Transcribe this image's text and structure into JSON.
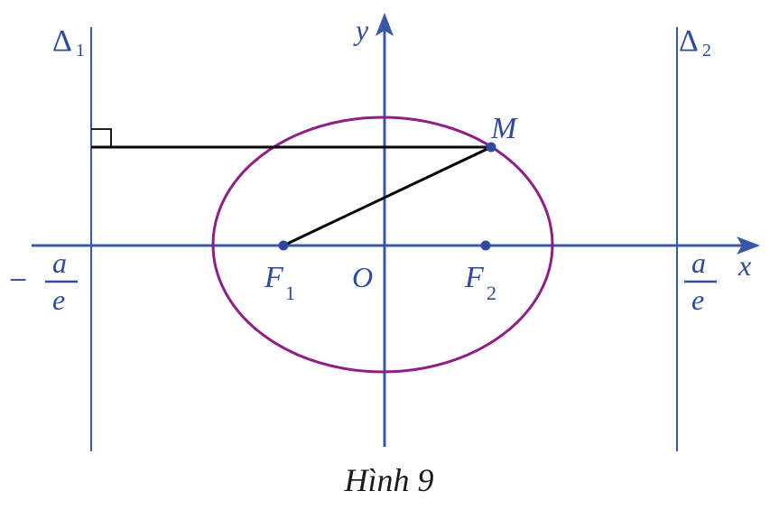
{
  "figure": {
    "axis_color": "#3a56a8",
    "ellipse_color": "#8e1f86",
    "segment_color": "#000000",
    "labels": {
      "x_axis": "x",
      "y_axis": "y",
      "origin": "O",
      "focus1_main": "F",
      "focus1_sub": "1",
      "focus2_main": "F",
      "focus2_sub": "2",
      "point": "M",
      "directrix1_main": "Δ",
      "directrix1_sub": "1",
      "directrix2_main": "Δ",
      "directrix2_sub": "2",
      "neg_sign": "−",
      "left_num": "a",
      "left_den": "e",
      "right_num": "a",
      "right_den": "e"
    },
    "caption": "Hình 9"
  }
}
